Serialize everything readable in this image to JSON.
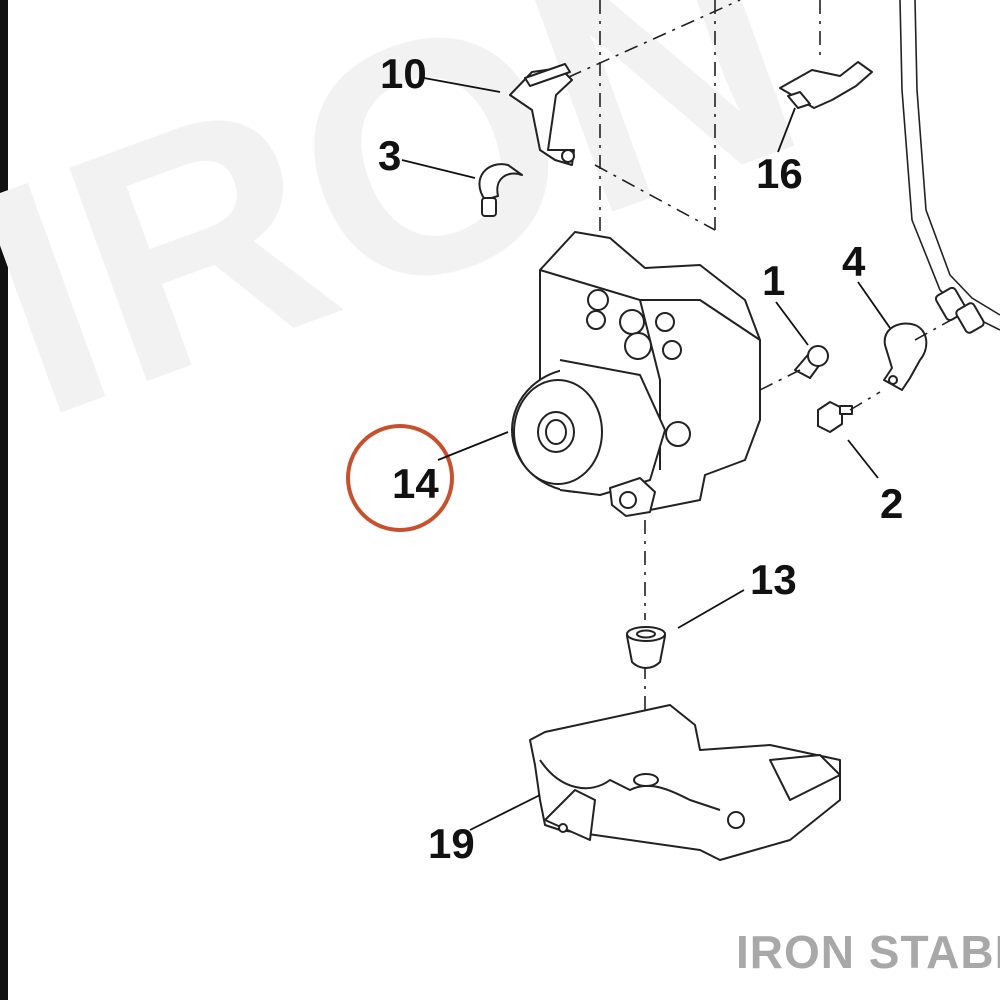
{
  "diagram": {
    "watermark": "IRON",
    "brand": "IRON STABLE",
    "highlight_color": "#c8502c",
    "highlighted_part": "14",
    "callouts": {
      "p10": "10",
      "p3": "3",
      "p16": "16",
      "p1": "1",
      "p4": "4",
      "p14": "14",
      "p2": "2",
      "p13": "13",
      "p19": "19"
    }
  }
}
